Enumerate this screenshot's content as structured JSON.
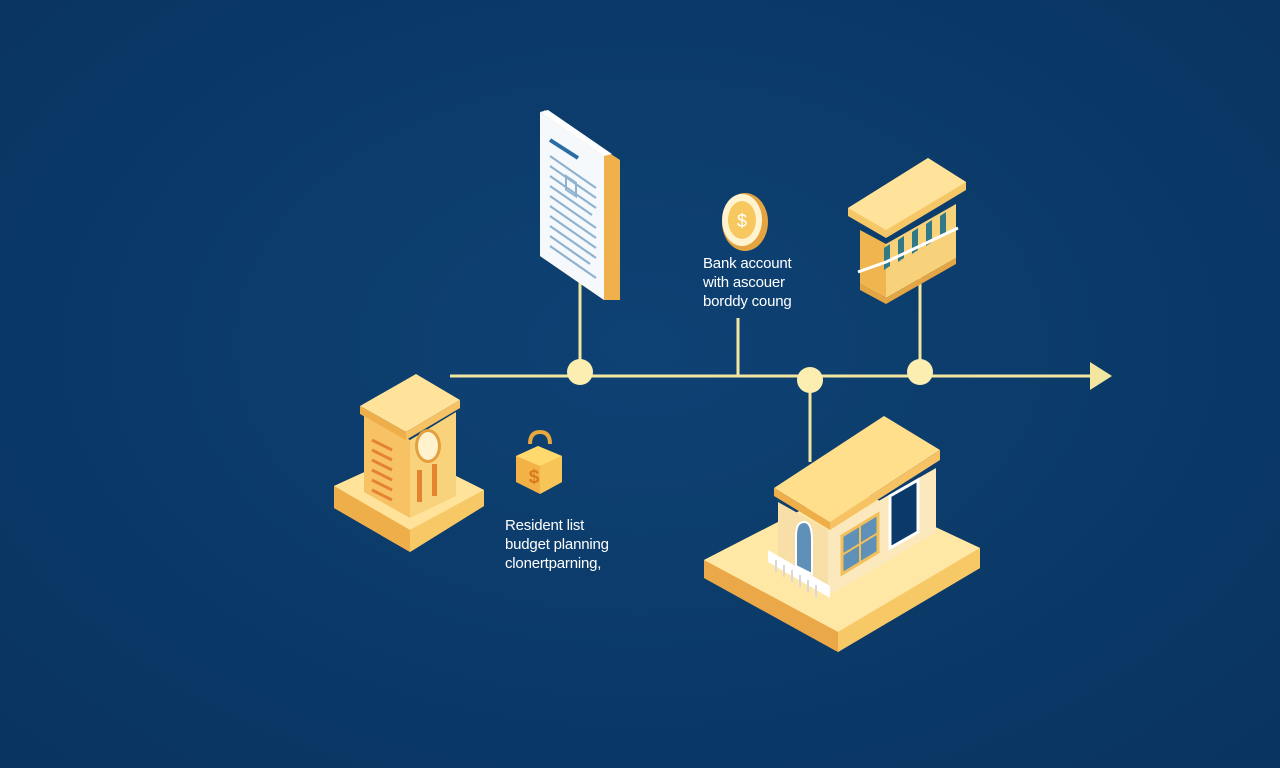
{
  "labels": {
    "bank_account": [
      "Bank account",
      "with ascouer",
      "borddy coung"
    ],
    "resident": [
      "Resident list",
      "budget planning",
      "clonertparning,"
    ]
  },
  "icons": [
    "document-icon",
    "coin-icon",
    "bank-building-icon",
    "office-tower-icon",
    "money-bag-icon",
    "house-icon"
  ],
  "colors": {
    "background": "#0b3a68",
    "timeline": "#f3e6a0",
    "gold_light": "#ffe49a",
    "gold_mid": "#f6cc6a",
    "gold_dark": "#e3a94a",
    "text": "#ffffff"
  }
}
